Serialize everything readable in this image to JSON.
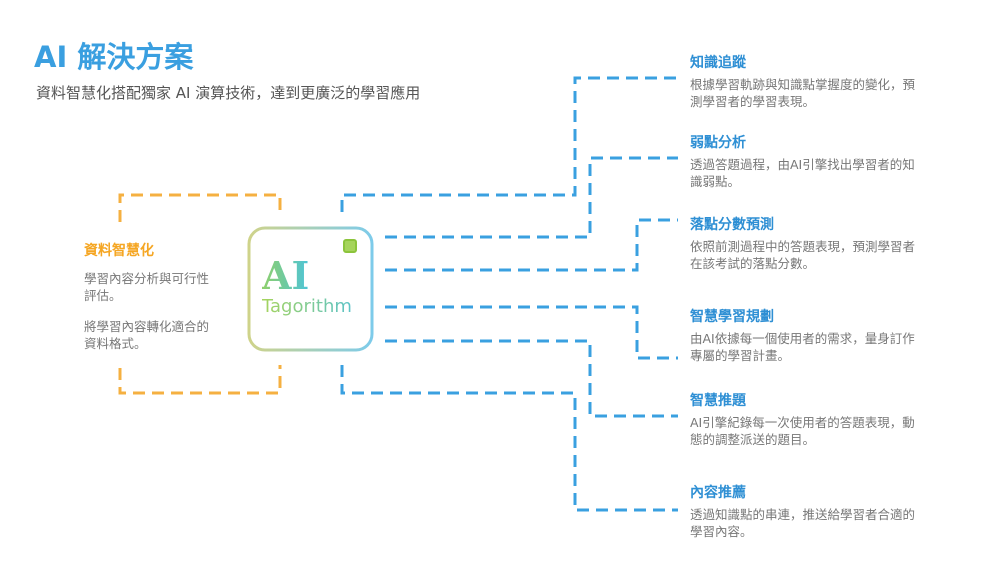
{
  "header": {
    "title": "AI 解決方案",
    "subtitle": "資料智慧化搭配獨家 AI 演算技術，達到更廣泛的學習應用"
  },
  "left": {
    "title": "資料智慧化",
    "desc1": "學習內容分析與可行性評估。",
    "desc2": "將學習內容轉化適合的資料格式。"
  },
  "chip": {
    "logo": "AI",
    "name": "Tagorithm"
  },
  "features": [
    {
      "title": "知識追蹤",
      "desc": "根據學習軌跡與知識點掌握度的變化，預測學習者的學習表現。"
    },
    {
      "title": "弱點分析",
      "desc": "透過答題過程，由AI引擎找出學習者的知識弱點。"
    },
    {
      "title": "落點分數預測",
      "desc": "依照前測過程中的答題表現，預測學習者在該考試的落點分數。"
    },
    {
      "title": "智慧學習規劃",
      "desc": "由AI依據每一個使用者的需求，量身訂作專屬的學習計畫。"
    },
    {
      "title": "智慧推題",
      "desc": "AI引擎紀錄每一次使用者的答題表現，動態的調整派送的題目。"
    },
    {
      "title": "內容推薦",
      "desc": "透過知識點的串連，推送給學習者合適的學習內容。"
    }
  ],
  "colors": {
    "orange": "#f5b041",
    "blue": "#3aa0e0",
    "accent": "#3a9fe0"
  }
}
